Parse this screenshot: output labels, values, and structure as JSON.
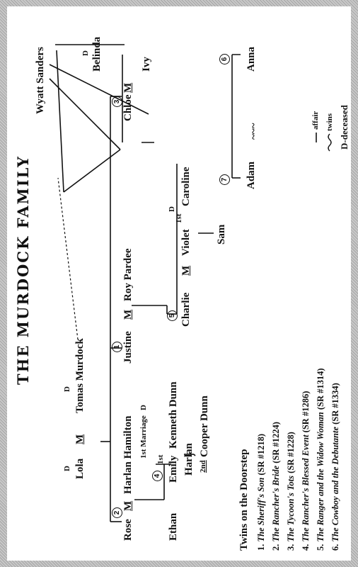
{
  "title": "THE MURDOCK FAMILY",
  "people": {
    "rose": "Rose",
    "lola": "Lola",
    "tomas": "Tomas Murdock",
    "harlan_hamilton": "Harlan Hamilton",
    "justine": "Justine",
    "roy": "Roy Pardee",
    "chloe": "Chloe",
    "belinda": "Belinda",
    "wyatt": "Wyatt Sanders",
    "ivy": "Ivy",
    "ethan": "Ethan",
    "emily": "Emily",
    "kenneth": "Kenneth Dunn",
    "harlan": "Harlan",
    "cooper": "Cooper Dunn",
    "charlie": "Charlie",
    "violet": "Violet",
    "caroline": "Caroline",
    "sam": "Sam",
    "adam": "Adam",
    "anna": "Anna"
  },
  "marks": {
    "m": "M",
    "d": "D",
    "first": "1st",
    "second": "2nd",
    "first_marriage": "1st Marriage",
    "wave": "~~~"
  },
  "circles": [
    "1",
    "2",
    "3",
    "4",
    "5",
    "6",
    "7"
  ],
  "legend": {
    "affair": "affair",
    "twins": "twins",
    "deceased": "D-deceased"
  },
  "series": {
    "heading": "Twins on the Doorstep",
    "books": [
      {
        "num": "1.",
        "title": "The Sheriff's Son",
        "ref": "(SR #1218)"
      },
      {
        "num": "2.",
        "title": "The Rancher's Bride",
        "ref": "(SR #1224)"
      },
      {
        "num": "3.",
        "title": "The Tycoon's Tots",
        "ref": "(SR #1228)"
      },
      {
        "num": "4.",
        "title": "The Rancher's Blessed Event",
        "ref": "(SR #1286)"
      },
      {
        "num": "5.",
        "title": "The Ranger and the Widow Woman",
        "ref": "(SR #1314)"
      },
      {
        "num": "6.",
        "title": "The Cowboy and the Debutante",
        "ref": "(SR #1334)"
      }
    ]
  }
}
